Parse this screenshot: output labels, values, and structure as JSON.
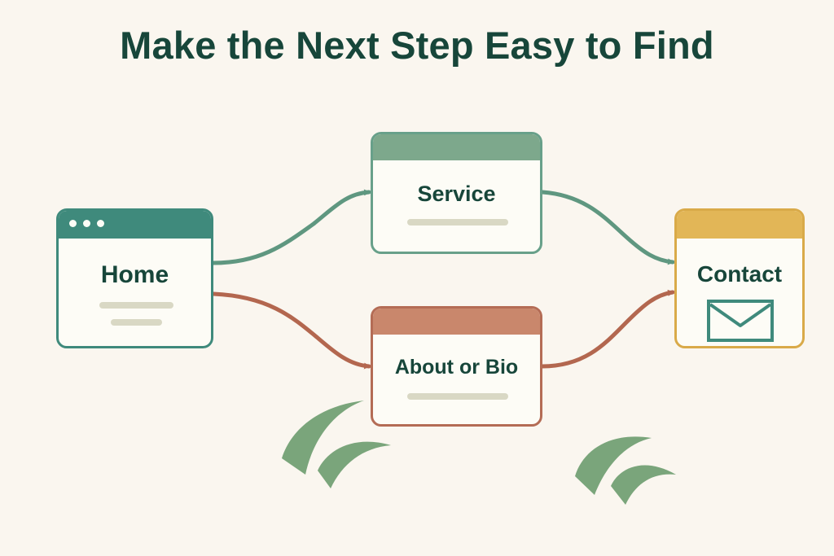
{
  "title": "Make the Next Step Easy to Find",
  "nodes": {
    "home": {
      "label": "Home"
    },
    "service": {
      "label": "Service"
    },
    "about": {
      "label": "About or Bio"
    },
    "contact": {
      "label": "Contact"
    }
  },
  "edges": [
    {
      "from": "Home",
      "to": "Service",
      "color": "#5f9780"
    },
    {
      "from": "Home",
      "to": "About or Bio",
      "color": "#b3674f"
    },
    {
      "from": "Service",
      "to": "Contact",
      "color": "#5f9780"
    },
    {
      "from": "About or Bio",
      "to": "Contact",
      "color": "#b3674f"
    }
  ],
  "icons": {
    "contact": "envelope-icon",
    "decoration": "leaf-icon"
  },
  "colors": {
    "background": "#faf6ef",
    "title": "#17463a",
    "home": "#3f8a7c",
    "service": "#7da88c",
    "about": "#c9876c",
    "contact": "#e2b657",
    "leaf": "#7aa57b"
  }
}
